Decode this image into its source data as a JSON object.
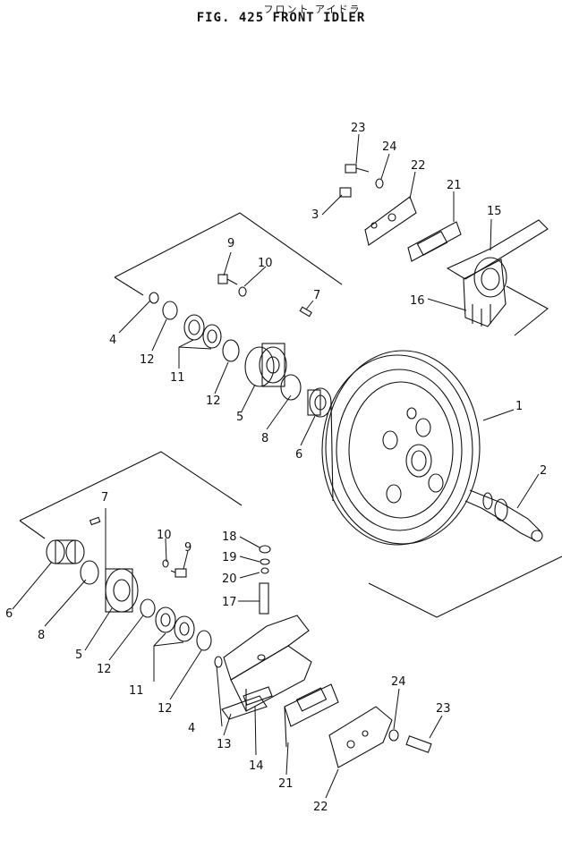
{
  "header": {
    "title_jp": "フロント アイドラ",
    "title": "FIG. 425  FRONT  IDLER"
  },
  "callouts": [
    {
      "id": "c1",
      "label": "1"
    },
    {
      "id": "c2",
      "label": "2"
    },
    {
      "id": "c3",
      "label": "3"
    },
    {
      "id": "c4a",
      "label": "4"
    },
    {
      "id": "c4b",
      "label": "4"
    },
    {
      "id": "c5a",
      "label": "5"
    },
    {
      "id": "c5b",
      "label": "5"
    },
    {
      "id": "c6a",
      "label": "6"
    },
    {
      "id": "c6b",
      "label": "6"
    },
    {
      "id": "c7a",
      "label": "7"
    },
    {
      "id": "c7b",
      "label": "7"
    },
    {
      "id": "c8a",
      "label": "8"
    },
    {
      "id": "c8b",
      "label": "8"
    },
    {
      "id": "c9a",
      "label": "9"
    },
    {
      "id": "c9b",
      "label": "9"
    },
    {
      "id": "c10a",
      "label": "10"
    },
    {
      "id": "c10b",
      "label": "10"
    },
    {
      "id": "c11a",
      "label": "11"
    },
    {
      "id": "c11b",
      "label": "11"
    },
    {
      "id": "c12a",
      "label": "12"
    },
    {
      "id": "c12b",
      "label": "12"
    },
    {
      "id": "c12c",
      "label": "12"
    },
    {
      "id": "c12d",
      "label": "12"
    },
    {
      "id": "c13",
      "label": "13"
    },
    {
      "id": "c14",
      "label": "14"
    },
    {
      "id": "c15",
      "label": "15"
    },
    {
      "id": "c16",
      "label": "16"
    },
    {
      "id": "c17",
      "label": "17"
    },
    {
      "id": "c18",
      "label": "18"
    },
    {
      "id": "c19",
      "label": "19"
    },
    {
      "id": "c20",
      "label": "20"
    },
    {
      "id": "c21a",
      "label": "21"
    },
    {
      "id": "c21b",
      "label": "21"
    },
    {
      "id": "c22a",
      "label": "22"
    },
    {
      "id": "c22b",
      "label": "22"
    },
    {
      "id": "c23a",
      "label": "23"
    },
    {
      "id": "c23b",
      "label": "23"
    },
    {
      "id": "c24a",
      "label": "24"
    },
    {
      "id": "c24b",
      "label": "24"
    }
  ]
}
